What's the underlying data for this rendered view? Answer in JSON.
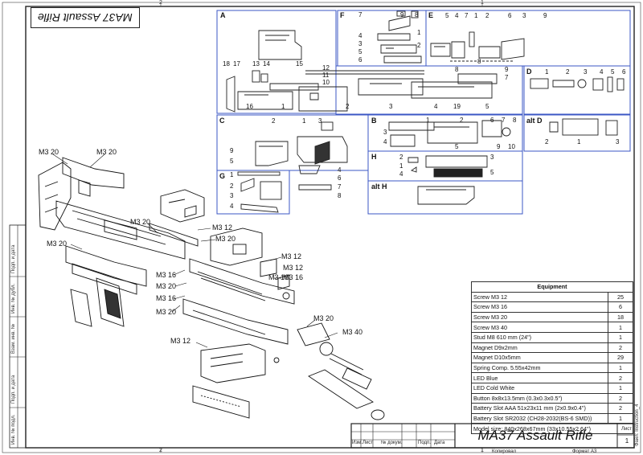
{
  "drawing_title": "MA37 Assault Rifle",
  "stamp_title": "MA37 Assault Rifle",
  "ruler": {
    "top_left": "2",
    "top_right": "1",
    "bottom_left": "2",
    "bottom_right": "1"
  },
  "side_labels": [
    "Подп. и дата",
    "Инв. № дубл.",
    "Взам. инв. №",
    "Подп. и дата",
    "Инв. № подл."
  ],
  "right_edge_label": "Файл: Instruction_4",
  "panels": {
    "A": {
      "label": "A",
      "parts": [
        "1",
        "2",
        "3",
        "4",
        "5",
        "7",
        "8",
        "9",
        "10",
        "11",
        "12",
        "13",
        "14",
        "15",
        "16",
        "17",
        "18",
        "19"
      ]
    },
    "F": {
      "label": "F",
      "parts": [
        "1",
        "2",
        "3",
        "4",
        "5",
        "6",
        "7",
        "8",
        "9"
      ]
    },
    "E": {
      "label": "E",
      "parts": [
        "1",
        "2",
        "3",
        "4",
        "5",
        "6",
        "7",
        "8",
        "9"
      ]
    },
    "D": {
      "label": "D",
      "parts": [
        "1",
        "2",
        "3",
        "4",
        "5",
        "6"
      ]
    },
    "altD": {
      "label": "alt D",
      "parts": [
        "1",
        "2",
        "3"
      ]
    },
    "C": {
      "label": "C",
      "parts": [
        "1",
        "2",
        "3",
        "4",
        "5",
        "6",
        "7",
        "8",
        "9"
      ]
    },
    "B": {
      "label": "B",
      "parts": [
        "1",
        "2",
        "3",
        "4",
        "5",
        "6",
        "7",
        "8",
        "9",
        "10"
      ]
    },
    "G": {
      "label": "G",
      "parts": [
        "1",
        "2",
        "3",
        "4"
      ]
    },
    "H": {
      "label": "H",
      "parts": [
        "1",
        "2",
        "3",
        "4",
        "5"
      ]
    },
    "altH": {
      "label": "alt H",
      "parts": []
    }
  },
  "callouts": [
    "M3 20",
    "M3 20",
    "M3 20",
    "M3 12",
    "M3 20",
    "M3 20",
    "M3 12",
    "M3 16",
    "M3 16",
    "M3 20",
    "M3 16",
    "M3 12",
    "M3 16",
    "M3 20",
    "M3 40",
    "M3 12",
    "M3 20"
  ],
  "equipment": {
    "header": "Equipment",
    "rows": [
      {
        "item": "Screw M3 12",
        "qty": "25"
      },
      {
        "item": "Screw M3 16",
        "qty": "6"
      },
      {
        "item": "Screw M3 20",
        "qty": "18"
      },
      {
        "item": "Screw M3 40",
        "qty": "1"
      },
      {
        "item": "Stud M8 610 mm (24\")",
        "qty": "1"
      },
      {
        "item": "Magnet D9x2mm",
        "qty": "2"
      },
      {
        "item": "Magnet D10x5mm",
        "qty": "29"
      },
      {
        "item": "Spring Comp. 5.55x42mm",
        "qty": "1"
      },
      {
        "item": "LED Blue",
        "qty": "2"
      },
      {
        "item": "LED Cold White",
        "qty": "1"
      },
      {
        "item": "Button 8x8x13.5mm (0.3x0.3x0.5\")",
        "qty": "2"
      },
      {
        "item": "Battery Slot AAA  51x23x11 mm (2x0.9x0.4\")",
        "qty": "2"
      },
      {
        "item": "Battery Slot SR2032 (CH28-2032(BS-6 SMD))",
        "qty": "1"
      }
    ],
    "footer": "Model size: 840x268x67mm (33x10.55x2.64\")"
  },
  "title_block": {
    "headers": [
      "Изм.",
      "Лист",
      "№ докум.",
      "Подп.",
      "Дата"
    ],
    "sheet_label": "Лист",
    "sheet_number": "1",
    "copied": "Копировал",
    "format": "Формат A3"
  }
}
